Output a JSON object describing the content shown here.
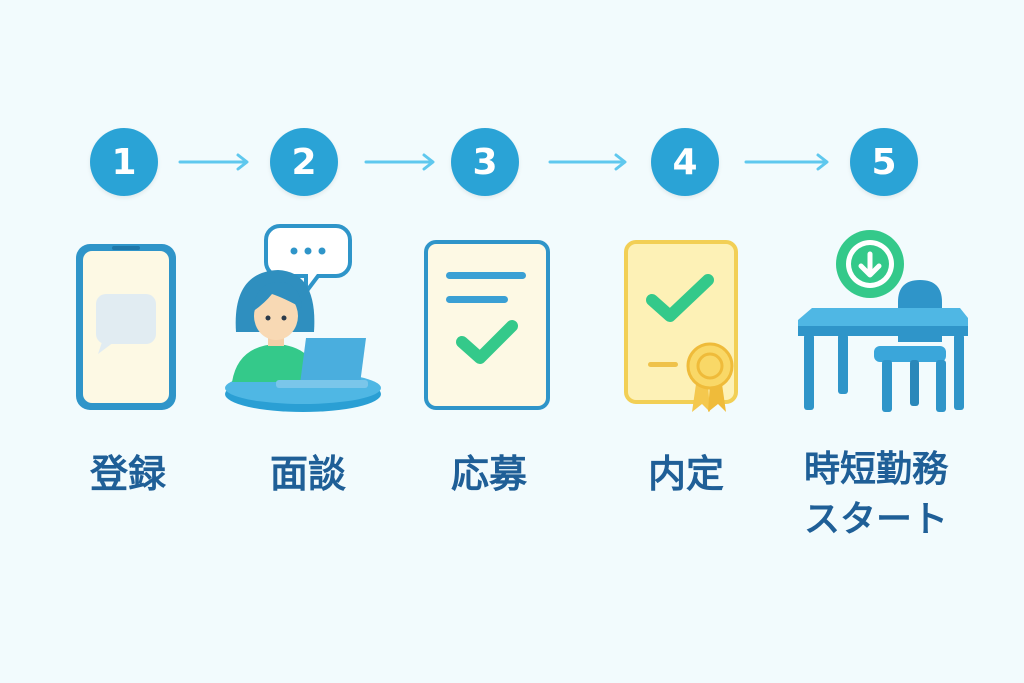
{
  "steps": [
    {
      "number": "1",
      "label": "登録"
    },
    {
      "number": "2",
      "label": "面談"
    },
    {
      "number": "3",
      "label": "応募"
    },
    {
      "number": "4",
      "label": "内定"
    },
    {
      "number": "5",
      "label_line1": "時短勤務",
      "label_line2": "スタート"
    }
  ],
  "icons": [
    "smartphone-icon",
    "video-interview-icon",
    "document-check-icon",
    "certificate-icon",
    "desk-chair-icon"
  ],
  "colors": {
    "background": "#f2fbfd",
    "accent_blue": "#2aa3d6",
    "arrow": "#5fc8ee",
    "label": "#1f5f97",
    "green": "#34c98a",
    "yellow": "#f7d978"
  }
}
